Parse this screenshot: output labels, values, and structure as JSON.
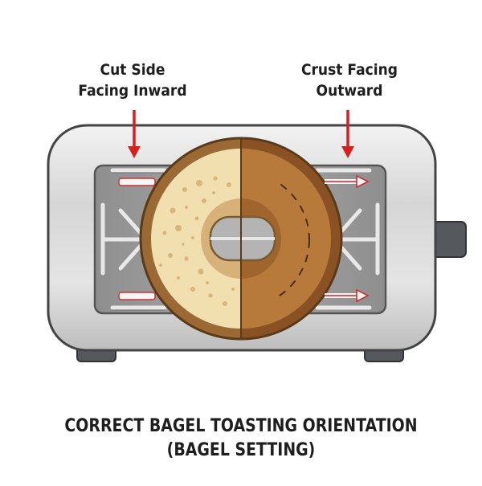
{
  "labels": {
    "cut_side": [
      "Cut Side",
      "Facing Inward"
    ],
    "crust_side": [
      "Crust Facing",
      "Outward"
    ]
  },
  "caption": {
    "line1": "CORRECT BAGEL TOASTING ORIENTATION",
    "line2": "(BAGEL SETTING)"
  },
  "colors": {
    "toaster_body": "#c9c9c9",
    "toaster_outline": "#444444",
    "slot_interior": "#9a9a9a",
    "bagel_cut_side": "#f1dfb0",
    "bagel_crust_side": "#b87a3a",
    "bagel_crust_rim": "#8a5224",
    "arrow_red": "#d62020",
    "feet_knob": "#55585c"
  },
  "icons": {
    "cut_side_arrow": "arrow-down-icon",
    "crust_side_arrow": "arrow-down-icon",
    "heat_arrows": "arrow-right-icon"
  }
}
